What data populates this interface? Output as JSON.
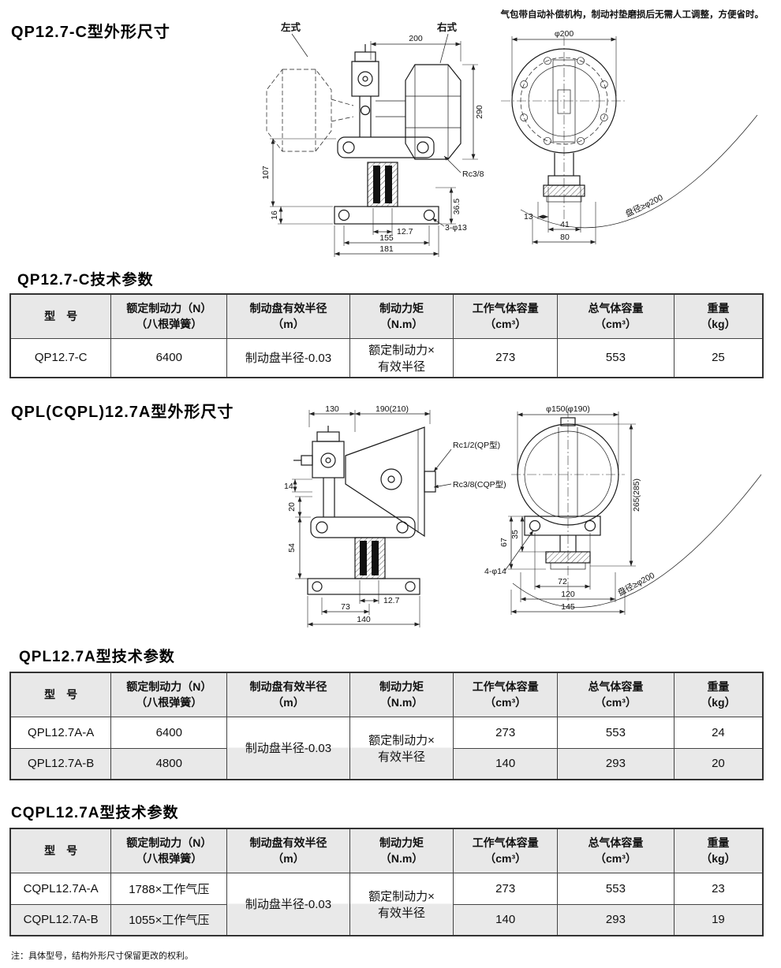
{
  "page": {
    "top_note": "气包带自动补偿机构，制动衬垫磨损后无需人工调整，方便省时。",
    "bottom_note": "注：具体型号，结构外形尺寸保留更改的权利。"
  },
  "sections": {
    "s1": {
      "title": "QP12.7-C型外形尺寸",
      "drawing": {
        "left_label": "左式",
        "right_label": "右式",
        "dim_200": "200",
        "dim_290": "290",
        "rc": "Rc3/8",
        "dim_107": "107",
        "dim_16": "16",
        "dim_36_5": "36.5",
        "dim_12_7": "12.7",
        "dim_155": "155",
        "dim_181": "181",
        "holes": "3-φ13",
        "dim_phi200": "φ200",
        "dim_13": "13",
        "dim_41": "41",
        "dim_80": "80",
        "disc_note": "盘径≥φ200"
      }
    },
    "s2": {
      "title": "QP12.7-C技术参数"
    },
    "s3": {
      "title": "QPL(CQPL)12.7A型外形尺寸",
      "drawing": {
        "dim_130": "130",
        "dim_190": "190(210)",
        "dim_14": "14",
        "dim_20": "20",
        "dim_54": "54",
        "rc_qp": "Rc1/2(QP型)",
        "rc_cqp": "Rc3/8(CQP型)",
        "dim_12_7": "12.7",
        "dim_73": "73",
        "dim_140": "140",
        "dim_phi150": "φ150(φ190)",
        "dim_265": "265(285)",
        "dim_67": "67",
        "dim_35": "35",
        "holes": "4-φ14",
        "dim_72": "72",
        "dim_120": "120",
        "dim_145": "145",
        "disc_note": "盘径≥φ200"
      }
    },
    "s4": {
      "title": "QPL12.7A型技术参数"
    },
    "s5": {
      "title": "CQPL12.7A型技术参数"
    }
  },
  "table_headers": {
    "model": "型　号",
    "force": "额定制动力（N）\n（八根弹簧）",
    "radius": "制动盘有效半径\n（m）",
    "torque": "制动力矩\n（N.m）",
    "working_volume": "工作气体容量\n（cm³）",
    "total_volume": "总气体容量\n（cm³）",
    "weight": "重量\n（kg）"
  },
  "table1": {
    "rows": [
      {
        "model": "QP12.7-C",
        "force": "6400",
        "radius": "制动盘半径-0.03",
        "torque": "额定制动力×\n有效半径",
        "working": "273",
        "total": "553",
        "weight": "25"
      }
    ]
  },
  "table2": {
    "merged_radius": "制动盘半径-0.03",
    "merged_torque": "额定制动力×\n有效半径",
    "rows": [
      {
        "model": "QPL12.7A-A",
        "force": "6400",
        "working": "273",
        "total": "553",
        "weight": "24"
      },
      {
        "model": "QPL12.7A-B",
        "force": "4800",
        "working": "140",
        "total": "293",
        "weight": "20"
      }
    ]
  },
  "table3": {
    "merged_radius": "制动盘半径-0.03",
    "merged_torque": "额定制动力×\n有效半径",
    "rows": [
      {
        "model": "CQPL12.7A-A",
        "force": "1788×工作气压",
        "working": "273",
        "total": "553",
        "weight": "23"
      },
      {
        "model": "CQPL12.7A-B",
        "force": "1055×工作气压",
        "working": "140",
        "total": "293",
        "weight": "19"
      }
    ]
  }
}
